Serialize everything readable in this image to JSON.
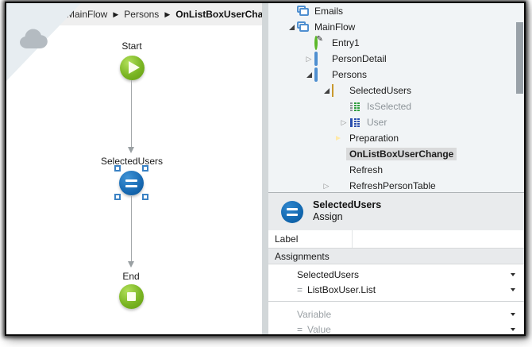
{
  "breadcrumb": {
    "items": [
      "MainFlow",
      "Persons",
      "OnListBoxUserChange"
    ],
    "separator_icon": "chevron-right-icon"
  },
  "corner": {
    "icon": "cloud-icon"
  },
  "flow": {
    "nodes": [
      {
        "label": "Start",
        "type": "start",
        "icon": "play-icon",
        "color": "#7ab523"
      },
      {
        "label": "SelectedUsers",
        "type": "assign",
        "icon": "equals-icon",
        "color": "#1166ae",
        "selected": true
      },
      {
        "label": "End",
        "type": "end",
        "icon": "stop-square-icon",
        "color": "#7ab523"
      }
    ]
  },
  "tree": {
    "items": [
      {
        "label": "Emails",
        "icon": "flowchart-icon",
        "depth": 0,
        "expander": "none"
      },
      {
        "label": "MainFlow",
        "icon": "flowchart-icon",
        "depth": 0,
        "expander": "expanded"
      },
      {
        "label": "Entry1",
        "icon": "entry-point-icon",
        "depth": 1,
        "expander": "none"
      },
      {
        "label": "PersonDetail",
        "icon": "screen-icon",
        "depth": 1,
        "expander": "collapsed"
      },
      {
        "label": "Persons",
        "icon": "screen-icon",
        "depth": 1,
        "expander": "expanded"
      },
      {
        "label": "SelectedUsers",
        "icon": "variable-icon",
        "depth": 2,
        "expander": "expanded"
      },
      {
        "label": "IsSelected",
        "icon": "column-green-icon",
        "depth": 3,
        "expander": "none",
        "muted": true
      },
      {
        "label": "User",
        "icon": "table-blue-icon",
        "depth": 3,
        "expander": "collapsed",
        "muted": true
      },
      {
        "label": "Preparation",
        "icon": "event-play-icon",
        "depth": 2,
        "expander": "none"
      },
      {
        "label": "OnListBoxUserChange",
        "icon": "event-icon",
        "depth": 2,
        "expander": "none",
        "selected": true
      },
      {
        "label": "Refresh",
        "icon": "event-icon",
        "depth": 2,
        "expander": "none"
      },
      {
        "label": "RefreshPersonTable",
        "icon": "event-icon",
        "depth": 2,
        "expander": "collapsed"
      }
    ]
  },
  "properties": {
    "icon": "assign-icon",
    "title": "SelectedUsers",
    "subtitle": "Assign",
    "label_row": {
      "caption": "Label",
      "value": ""
    },
    "section": "Assignments",
    "assignments": [
      {
        "target": "SelectedUsers",
        "eq": "=",
        "value": "ListBoxUser.List",
        "muted": false
      },
      {
        "target": "Variable",
        "eq": "=",
        "value": "Value",
        "muted": true
      }
    ]
  },
  "colors": {
    "node_green": "#7ab523",
    "node_blue": "#1166ae",
    "event_orange": "#f08208",
    "tree_highlight": "#d9dadb",
    "panel_bg": "#f1f4f6",
    "header_bg": "#e9ebed"
  }
}
